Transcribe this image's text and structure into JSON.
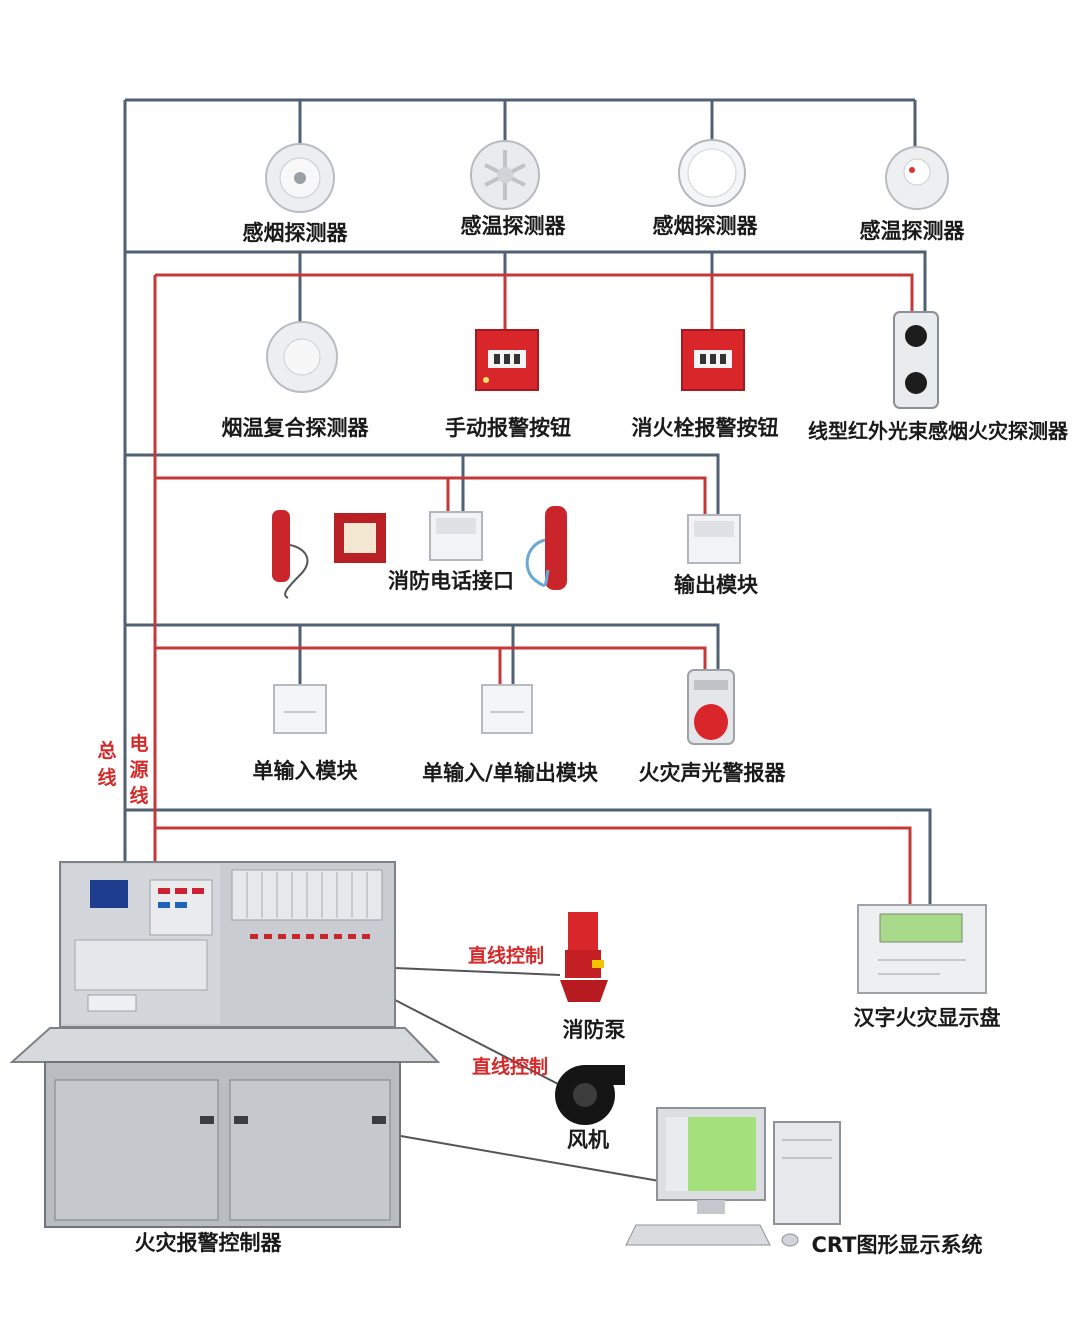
{
  "labels": {
    "smoke_detector_1": "感烟探测器",
    "heat_detector_1": "感温探测器",
    "smoke_detector_2": "感烟探测器",
    "heat_detector_2": "感温探测器",
    "combo_detector": "烟温复合探测器",
    "manual_alarm_button": "手动报警按钮",
    "hydrant_alarm_button": "消火栓报警按钮",
    "beam_detector": "线型红外光束感烟火灾探测器",
    "fire_phone_interface": "消防电话接口",
    "output_module": "输出模块",
    "single_input_module": "单输入模块",
    "single_io_module": "单输入/单输出模块",
    "sound_light_alarm": "火灾声光警报器",
    "bus_line": "总线",
    "power_line": "电源线",
    "direct_control_1": "直线控制",
    "direct_control_2": "直线控制",
    "fire_pump": "消防泵",
    "fan": "风机",
    "chinese_display_panel": "汉字火灾显示盘",
    "controller": "火灾报警控制器",
    "crt_system": "CRT图形显示系统"
  },
  "colors": {
    "bus": "#4f6172",
    "power": "#c63838",
    "device_red": "#d8262b",
    "panel_gray": "#c9cdd2",
    "lcd_green": "#a9d98a"
  }
}
